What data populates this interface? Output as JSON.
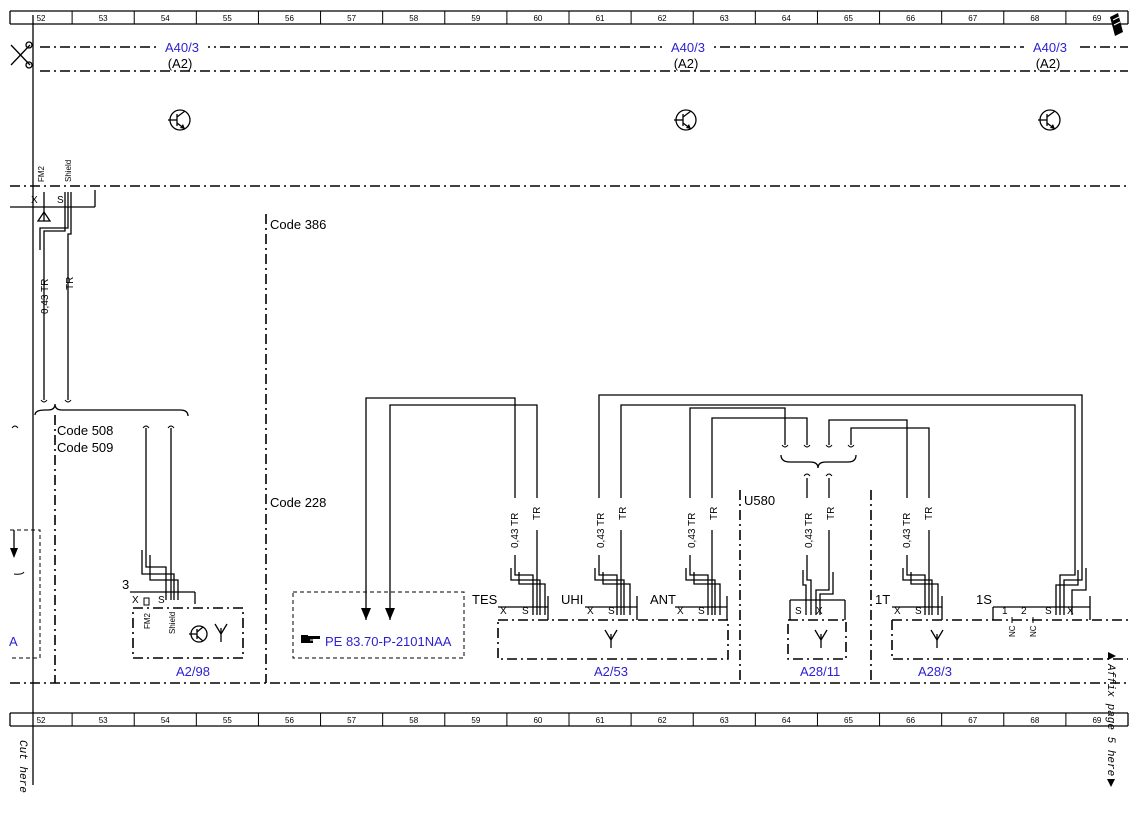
{
  "ruler": {
    "columns": [
      "52",
      "53",
      "54",
      "55",
      "56",
      "57",
      "58",
      "59",
      "60",
      "61",
      "62",
      "63",
      "64",
      "65",
      "66",
      "67",
      "68",
      "69"
    ]
  },
  "header": {
    "sections": [
      {
        "name": "A40/3",
        "ref": "(A2)"
      },
      {
        "name": "A40/3",
        "ref": "(A2)"
      },
      {
        "name": "A40/3",
        "ref": "(A2)"
      }
    ]
  },
  "codes": {
    "code_386": "Code 386",
    "code_508": "Code 508",
    "code_509": "Code 509",
    "code_228": "Code 228",
    "u580": "U580"
  },
  "wires": {
    "spec_043_tr": "0,43 TR",
    "tr": "TR"
  },
  "pins": {
    "fm2": "FM2",
    "shield": "Shield",
    "x": "X",
    "s": "S",
    "pin_3": "3",
    "tes": "TES",
    "uhi": "UHI",
    "ant": "ANT",
    "p_1t": "1T",
    "p_1s": "1S",
    "p1": "1",
    "p2": "2",
    "nc": "NC"
  },
  "components": {
    "a2_98": "A2/98",
    "a2_53": "A2/53",
    "a28_11": "A28/11",
    "a28_3": "A28/3",
    "a_partial": "A",
    "ref_pe": "PE 83.70-P-2101NAA"
  },
  "margin": {
    "cut_here": "Cut here",
    "affix": "Affix page 5 here"
  },
  "colors": {
    "component_label": "#2b1fd1",
    "line": "#000000"
  },
  "icons": [
    "scissors-icon",
    "corner-marker-icon",
    "transistor-symbol-icon",
    "antenna-symbol-icon",
    "hand-pointer-icon",
    "triangle-marker-icon"
  ]
}
